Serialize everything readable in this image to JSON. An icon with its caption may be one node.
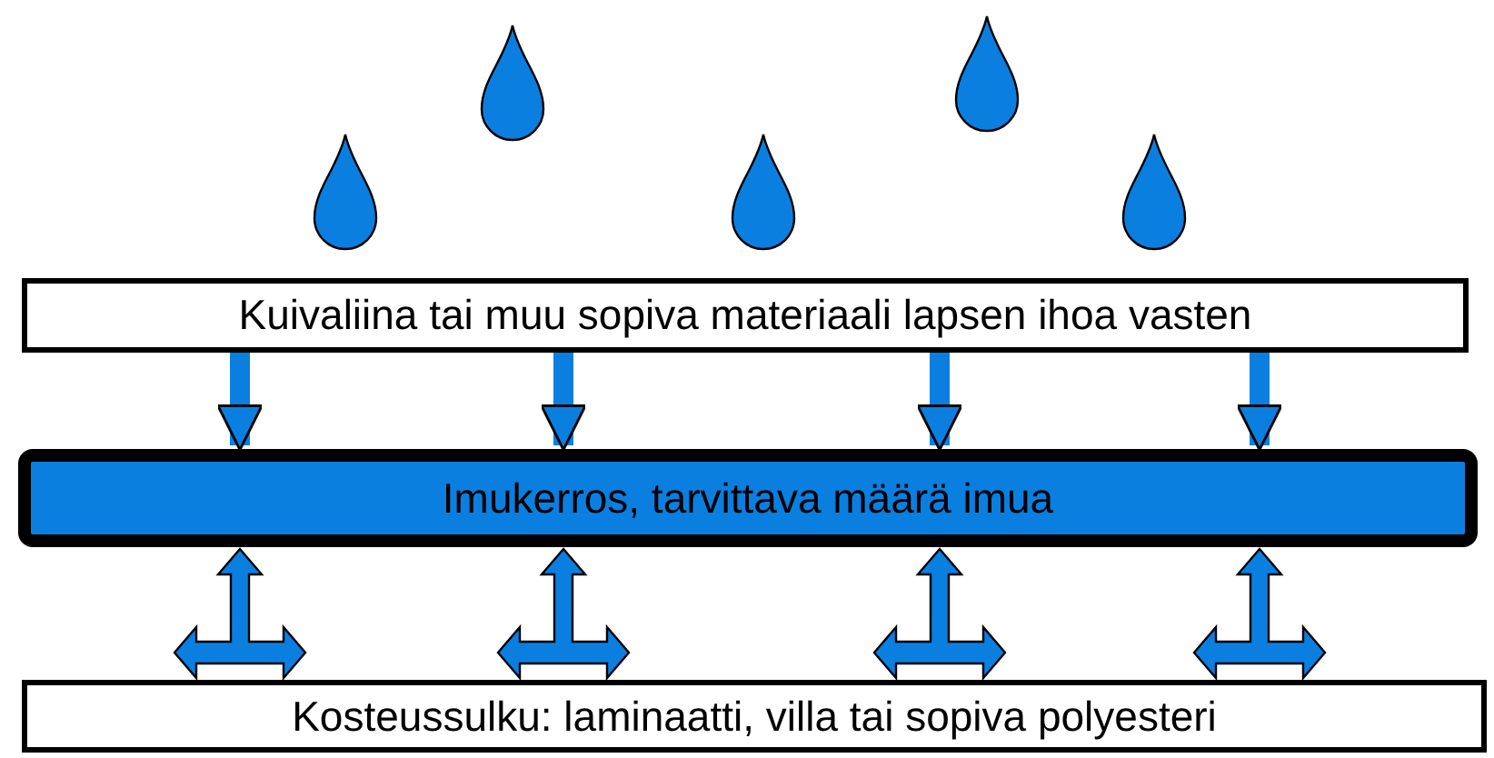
{
  "diagram": {
    "nodes": [
      {
        "text": [
          "Kuivaliina tai muu sopiva materiaali lapsen ihoa vasten"
        ]
      },
      {
        "text": [
          "Imukerros, tarvittava määrä imua"
        ]
      },
      {
        "text": [
          "Kosteussulku: laminaatti, villa tai sopiva polyesteri"
        ]
      }
    ],
    "edges": [
      {
        "from": 0,
        "to": 1,
        "arrow": "to"
      },
      {
        "from": 0,
        "to": 1,
        "arrow": "to"
      },
      {
        "from": 0,
        "to": 1,
        "arrow": "to"
      },
      {
        "from": 0,
        "to": 1,
        "arrow": "to"
      },
      {
        "from": 2,
        "to": 1,
        "arrow": "to"
      },
      {
        "from": 2,
        "to": 1,
        "arrow": "to"
      },
      {
        "from": 2,
        "to": 1,
        "arrow": "to"
      },
      {
        "from": 2,
        "to": 1,
        "arrow": "to"
      }
    ]
  }
}
